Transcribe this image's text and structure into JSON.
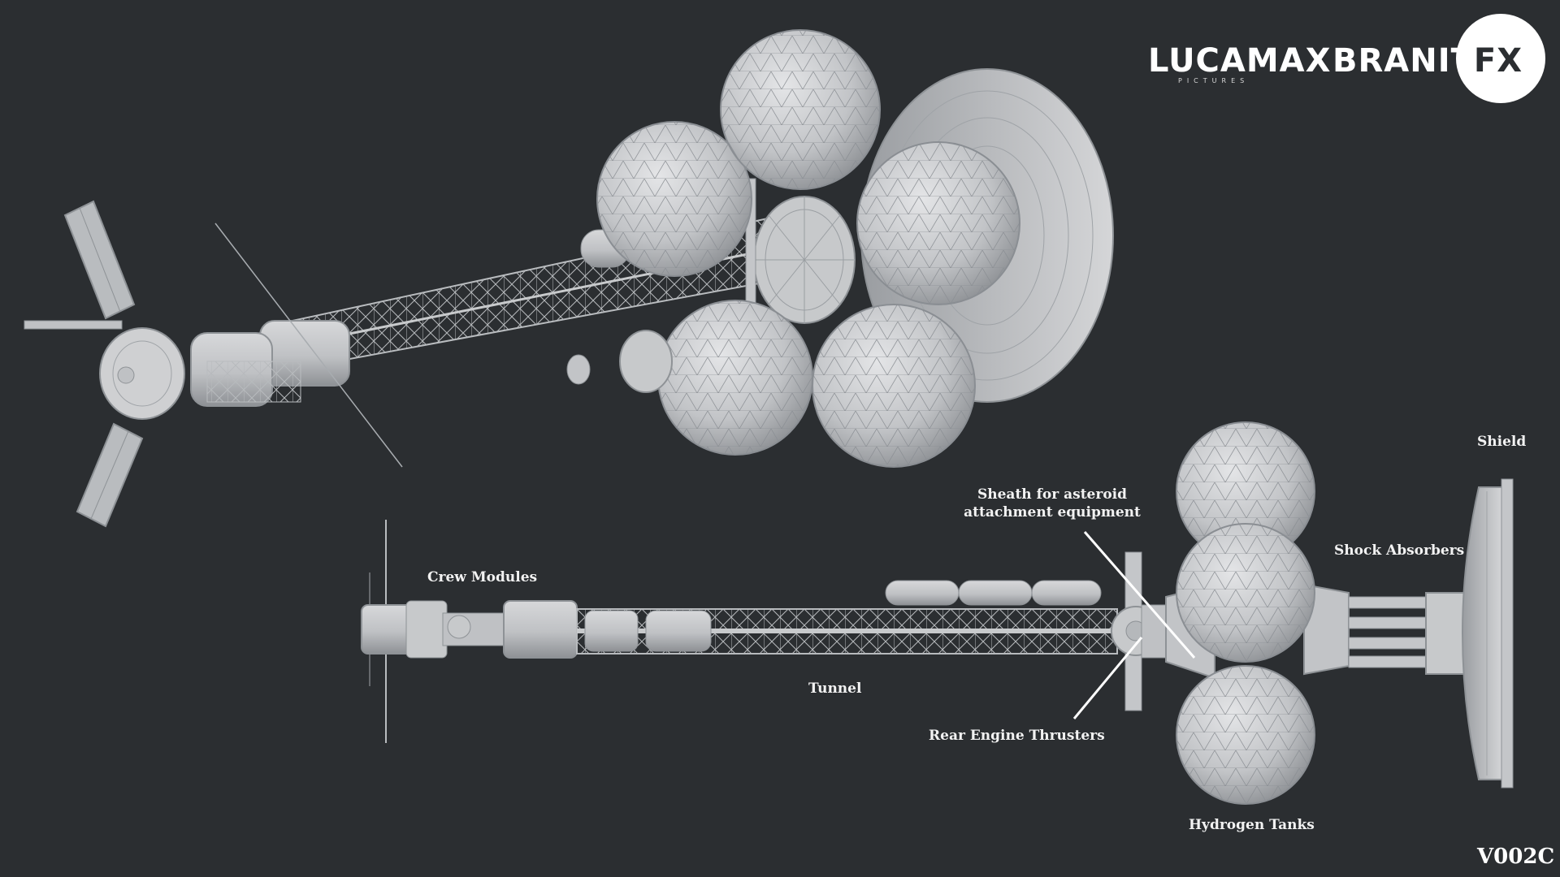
{
  "brand": {
    "left_logo": "LUCAMAX",
    "left_logo_sub": "PICTURES",
    "right_logo_main": "BRANIT",
    "right_logo_accent": "FX"
  },
  "version_code": "V002C",
  "labels": {
    "shield": "Shield",
    "sheath_line1": "Sheath for asteroid",
    "sheath_line2": "attachment equipment",
    "shock_absorbers": "Shock Absorbers",
    "crew_modules": "Crew Modules",
    "tunnel": "Tunnel",
    "rear_engine_thrusters": "Rear Engine Thrusters",
    "hydrogen_tanks": "Hydrogen Tanks"
  },
  "colors": {
    "background": "#2b2e31",
    "model_fill": "#c9cacc",
    "model_edge": "#8e9296",
    "wire": "#a8acb0",
    "label_text": "#f2f2f2",
    "leader_line": "#ffffff"
  }
}
